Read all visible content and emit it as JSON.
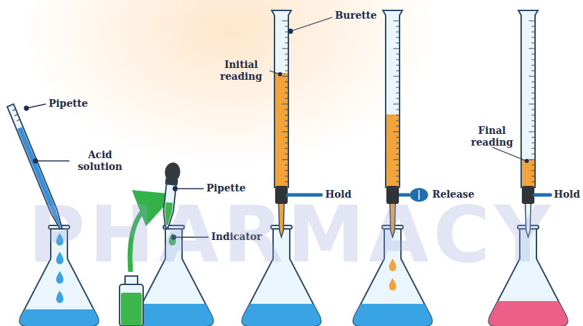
{
  "diagram": {
    "labels": [
      "Pipette",
      "Acid solution",
      "Pipette",
      "Indicator",
      "Burette",
      "Initial reading",
      "Hold",
      "Release",
      "Final reading",
      "Hold",
      "PHARMACY"
    ]
  }
}
